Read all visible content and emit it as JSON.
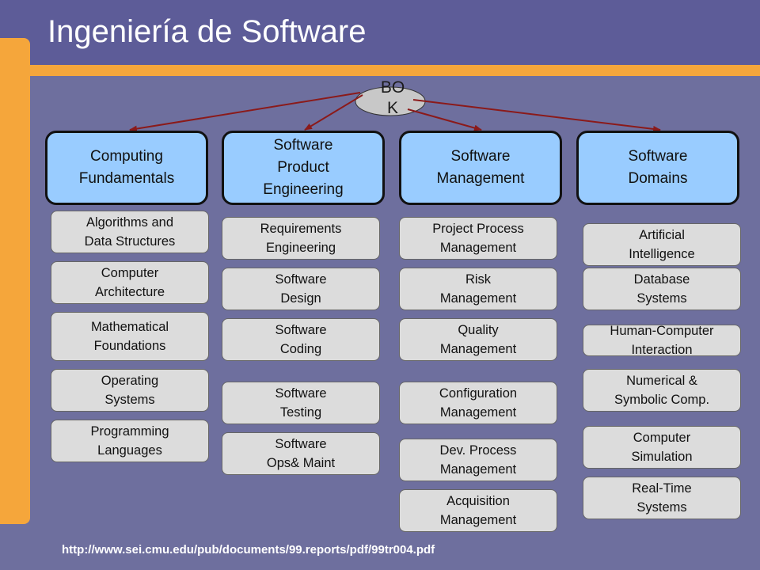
{
  "title": "Ingeniería de Software",
  "root": "BO\nK",
  "categories": [
    {
      "label": "Computing\nFundamentals",
      "items": [
        "Algorithms and\nData Structures",
        "Computer\nArchitecture",
        "Mathematical\nFoundations",
        "Operating\nSystems",
        "Programming\nLanguages"
      ]
    },
    {
      "label": "Software\nProduct\nEngineering",
      "items": [
        "Requirements\nEngineering",
        "Software\nDesign",
        "Software\nCoding",
        "Software\nTesting",
        "Software\nOps& Maint"
      ]
    },
    {
      "label": "Software\nManagement",
      "items": [
        "Project Process\nManagement",
        "Risk\nManagement",
        "Quality\nManagement",
        "Configuration\nManagement",
        "Dev. Process\nManagement",
        "Acquisition\nManagement"
      ]
    },
    {
      "label": "Software\nDomains",
      "items": [
        "Artificial\nIntelligence",
        "Database\nSystems",
        "Human-Computer\nInteraction",
        "Numerical &\nSymbolic Comp.",
        "Computer\nSimulation",
        "Real-Time\nSystems"
      ]
    }
  ],
  "source_url": "http://www.sei.cmu.edu/pub/documents/99.reports/pdf/99tr004.pdf",
  "colors": {
    "background": "#6e6f9e",
    "accent": "#f5a63b",
    "category_fill": "#99ccff",
    "item_fill": "#dcdcdc"
  }
}
